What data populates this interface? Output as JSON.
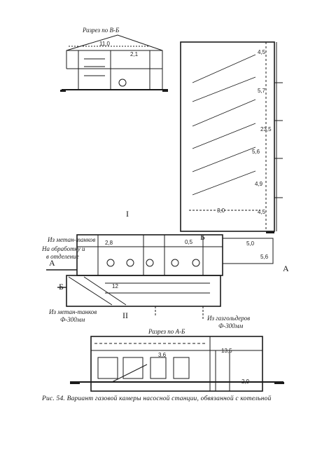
{
  "labels": {
    "section_vb": "Разрез по В-Б",
    "section_ab": "Разрез по А-Б",
    "from_tanks": "Из метан-танков",
    "to_equipment_1": "На обработку и",
    "to_equipment_2": "в отделение",
    "from_tanks_bottom": "Из метан-танков",
    "pipe_dia_bottom": "Ф-300мм",
    "from_gasholder": "Из газгольдеров",
    "pipe_dia_right": "Ф-300мм",
    "letter_A_left": "А",
    "letter_A_right": "А",
    "letter_B_left": "Б",
    "letter_B_right": "Б",
    "roman_I": "I",
    "roman_II": "II"
  },
  "dims": {
    "d_11": "11,0",
    "d_21": "2,1",
    "d_235": "23,5",
    "d_45": "4,5",
    "d_57": "5,7",
    "d_56": "5,6",
    "d_49": "4,9",
    "d_56b": "5,6",
    "d_50": "5,0",
    "d_45b": "4,5",
    "d_30": "3,0",
    "d_12": "12",
    "d_28": "2,8",
    "d_05": "0,5",
    "d_36": "3,6",
    "d_135": "13,5",
    "d_29": "2,9"
  },
  "caption": {
    "text": "Рис. 54. Вариант газовой камеры насосной станции, обвязанной с котельной"
  },
  "colors": {
    "ink": "#1a1a1a",
    "paper": "#ffffff"
  }
}
